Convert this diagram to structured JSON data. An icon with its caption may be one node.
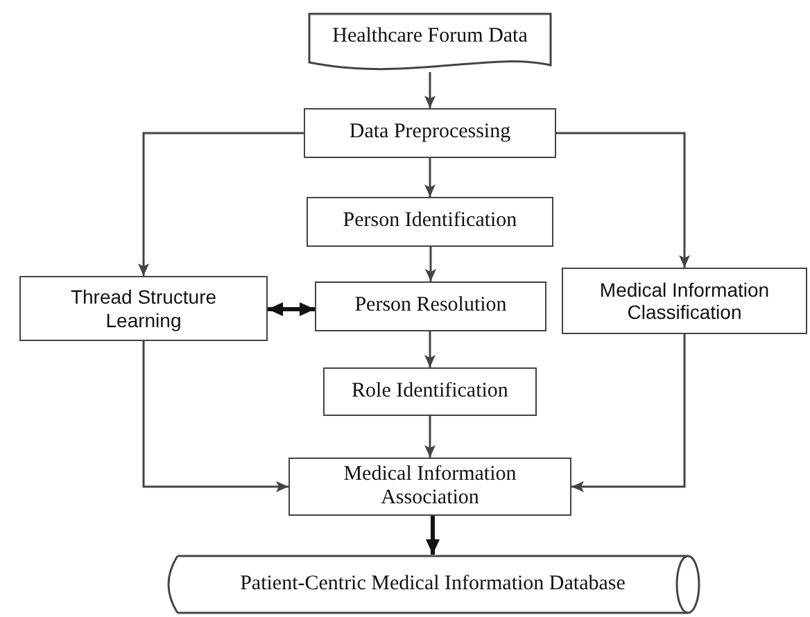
{
  "diagram": {
    "nodes": [
      {
        "text": [
          "Healthcare Forum Data"
        ]
      },
      {
        "text": [
          "Data Preprocessing"
        ]
      },
      {
        "text": [
          "Person Identification"
        ]
      },
      {
        "text": [
          "Thread Structure Learning"
        ]
      },
      {
        "text": [
          "Person Resolution"
        ]
      },
      {
        "text": [
          "Medical Information Classification"
        ]
      },
      {
        "text": [
          "Role Identification"
        ]
      },
      {
        "text": [
          "Medical Information Association"
        ]
      },
      {
        "text": [
          "Patient-Centric Medical Information Database"
        ]
      }
    ],
    "edges": [
      {
        "from": 0,
        "to": 1,
        "arrow": "to"
      },
      {
        "from": 1,
        "to": 3,
        "arrow": "to"
      },
      {
        "from": 1,
        "to": 2,
        "arrow": "to"
      },
      {
        "from": 1,
        "to": 5,
        "arrow": "to"
      },
      {
        "from": 2,
        "to": 4,
        "arrow": "to"
      },
      {
        "from": 3,
        "to": 4,
        "arrow": "both",
        "style": "thick"
      },
      {
        "from": 4,
        "to": 6,
        "arrow": "to"
      },
      {
        "from": 6,
        "to": 7,
        "arrow": "to"
      },
      {
        "from": 3,
        "to": 7,
        "arrow": "to"
      },
      {
        "from": 5,
        "to": 7,
        "arrow": "to"
      },
      {
        "from": 7,
        "to": 8,
        "arrow": "to",
        "style": "thick"
      }
    ]
  }
}
